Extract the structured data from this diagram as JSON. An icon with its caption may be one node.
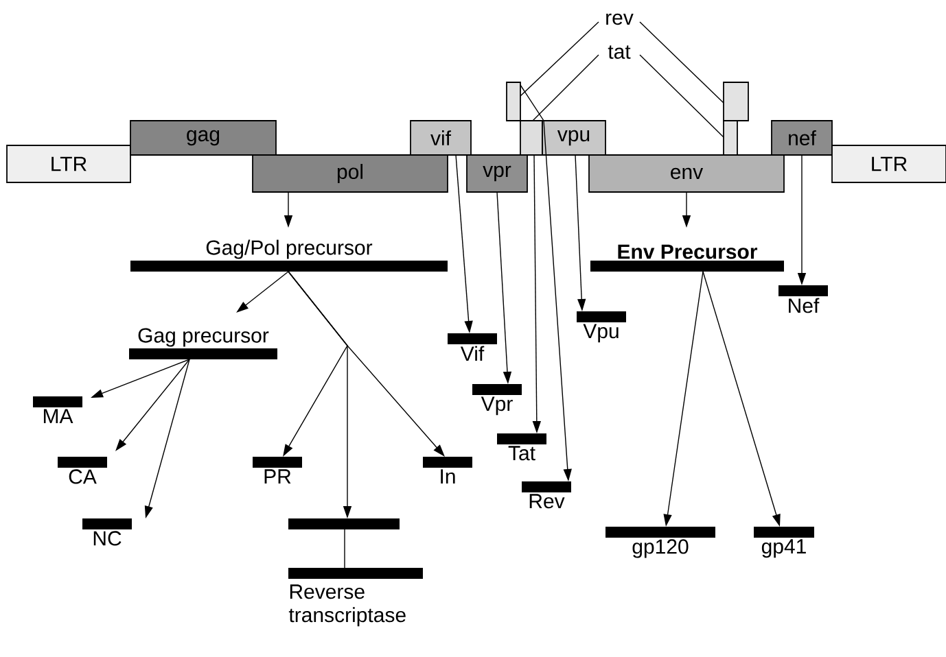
{
  "diagram": {
    "nodes": [
      {
        "text": [
          "rev"
        ]
      },
      {
        "text": [
          "tat"
        ]
      },
      {
        "text": [],
        "shape": "box"
      },
      {
        "text": [],
        "shape": "box"
      },
      {
        "text": [
          "LTR"
        ]
      },
      {
        "text": [
          "gag"
        ]
      },
      {
        "text": [
          "vif"
        ]
      },
      {
        "text": [],
        "shape": "box"
      },
      {
        "text": [
          "vpu"
        ]
      },
      {
        "text": [],
        "shape": "box"
      },
      {
        "text": [
          "nef"
        ]
      },
      {
        "text": [
          "LTR"
        ]
      },
      {
        "text": [
          "pol"
        ]
      },
      {
        "text": [
          "vpr"
        ]
      },
      {
        "text": [
          "env"
        ]
      },
      {
        "text": [
          "Gag/Pol precursor"
        ]
      },
      {
        "text": [
          "Env Precursor"
        ]
      },
      {
        "text": [
          "Nef"
        ]
      },
      {
        "text": [
          "Vpu"
        ]
      },
      {
        "text": [
          "Gag precursor"
        ]
      },
      {
        "text": [
          "Vif"
        ]
      },
      {
        "text": [
          "Vpr"
        ]
      },
      {
        "text": [
          "MA"
        ]
      },
      {
        "text": [
          "PR"
        ]
      },
      {
        "text": [
          "In"
        ]
      },
      {
        "text": [
          "Tat"
        ]
      },
      {
        "text": [
          "CA"
        ]
      },
      {
        "text": [
          "Rev"
        ]
      },
      {
        "text": [
          "NC"
        ]
      },
      {
        "text": [],
        "shape": "bar"
      },
      {
        "text": [
          "gp120"
        ]
      },
      {
        "text": [
          "gp41"
        ]
      },
      {
        "text": [
          "Reverse transcriptase"
        ]
      }
    ],
    "edges": [
      {
        "from": 0,
        "to": 2,
        "arrow": "none"
      },
      {
        "from": 0,
        "to": 3,
        "arrow": "none"
      },
      {
        "from": 1,
        "to": 7,
        "arrow": "none"
      },
      {
        "from": 1,
        "to": 9,
        "arrow": "none"
      },
      {
        "from": 12,
        "to": 15,
        "arrow": "to"
      },
      {
        "from": 14,
        "to": 16,
        "arrow": "to"
      },
      {
        "from": 10,
        "to": 17,
        "arrow": "to"
      },
      {
        "from": 8,
        "to": 18,
        "arrow": "to"
      },
      {
        "from": 6,
        "to": 20,
        "arrow": "to"
      },
      {
        "from": 13,
        "to": 21,
        "arrow": "to"
      },
      {
        "from": 7,
        "to": 25,
        "arrow": "to"
      },
      {
        "from": 2,
        "to": 27,
        "arrow": "to"
      },
      {
        "from": 15,
        "to": 19,
        "arrow": "to"
      },
      {
        "from": 15,
        "to": 23,
        "arrow": "to"
      },
      {
        "from": 15,
        "to": 29,
        "arrow": "to"
      },
      {
        "from": 15,
        "to": 24,
        "arrow": "to"
      },
      {
        "from": 19,
        "to": 22,
        "arrow": "to"
      },
      {
        "from": 19,
        "to": 26,
        "arrow": "to"
      },
      {
        "from": 19,
        "to": 28,
        "arrow": "to"
      },
      {
        "from": 29,
        "to": 32,
        "arrow": "none"
      },
      {
        "from": 16,
        "to": 30,
        "arrow": "to"
      },
      {
        "from": 16,
        "to": 31,
        "arrow": "to"
      }
    ]
  }
}
